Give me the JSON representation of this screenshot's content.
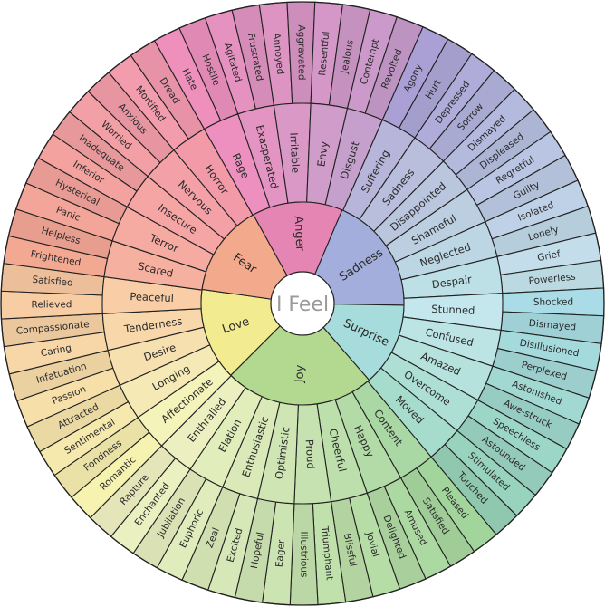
{
  "center_label": "I Feel",
  "emotions": [
    {
      "name": "Anger",
      "colors": {
        "core": "#e585b3",
        "mid_from": "#ee90bf",
        "mid_to": "#c6a0cc",
        "out_from": "#ef8fbc",
        "out_to": "#c79bcc"
      },
      "children": [
        {
          "name": "Rage",
          "children": [
            "Hate",
            "Hostile"
          ]
        },
        {
          "name": "Exasperated",
          "children": [
            "Agitated",
            "Frustrated"
          ]
        },
        {
          "name": "Irritable",
          "children": [
            "Annoyed",
            "Aggravated"
          ]
        },
        {
          "name": "Envy",
          "children": [
            "Resentful",
            "Jealous"
          ]
        },
        {
          "name": "Disgust",
          "children": [
            "Contempt",
            "Revolted"
          ]
        }
      ]
    },
    {
      "name": "Sadness",
      "colors": {
        "core": "#a3aedc",
        "mid_from": "#b7b5d9",
        "mid_to": "#bde0e6",
        "out_from": "#aaa0d6",
        "out_to": "#c5e4ec"
      },
      "children": [
        {
          "name": "Suffering",
          "children": [
            "Agony",
            "Hurt"
          ]
        },
        {
          "name": "Sadness",
          "children": [
            "Depressed",
            "Sorrow"
          ]
        },
        {
          "name": "Disappointed",
          "children": [
            "Dismayed",
            "Displeased"
          ]
        },
        {
          "name": "Shameful",
          "children": [
            "Regretful",
            "Guilty"
          ]
        },
        {
          "name": "Neglected",
          "children": [
            "Isolated",
            "Lonely"
          ]
        },
        {
          "name": "Despair",
          "children": [
            "Grief",
            "Powerless"
          ]
        }
      ]
    },
    {
      "name": "Surprise",
      "colors": {
        "core": "#a6dcdb",
        "mid_from": "#c3e7ed",
        "mid_to": "#a6dccb",
        "out_from": "#a9dce6",
        "out_to": "#96d3b8"
      },
      "children": [
        {
          "name": "Stunned",
          "children": [
            "Shocked",
            "Dismayed"
          ]
        },
        {
          "name": "Confused",
          "children": [
            "Disillusioned",
            "Perplexed"
          ]
        },
        {
          "name": "Amazed",
          "children": [
            "Astonished",
            "Awe-struck"
          ]
        },
        {
          "name": "Overcome",
          "children": [
            "Speechless",
            "Astounded"
          ]
        },
        {
          "name": "Moved",
          "children": [
            "Stimulated",
            "Touched"
          ]
        }
      ]
    },
    {
      "name": "Joy",
      "colors": {
        "core": "#b3d890",
        "mid_from": "#a9d8a4",
        "mid_to": "#ecf0c0",
        "out_from": "#a2d59c",
        "out_to": "#f0f2c4"
      },
      "children": [
        {
          "name": "Content",
          "children": [
            "Pleased",
            "Satisfied"
          ]
        },
        {
          "name": "Happy",
          "children": [
            "Amused",
            "Delighted"
          ]
        },
        {
          "name": "Cheerful",
          "children": [
            "Jovial",
            "Blissful"
          ]
        },
        {
          "name": "Proud",
          "children": [
            "Triumphant",
            "Illustrious"
          ]
        },
        {
          "name": "Optimistic",
          "children": [
            "Eager",
            "Hopeful"
          ]
        },
        {
          "name": "Enthusiastic",
          "children": [
            "Excited",
            "Zeal"
          ]
        },
        {
          "name": "Elation",
          "children": [
            "Euphoric",
            "Jubilation"
          ]
        },
        {
          "name": "Enthralled",
          "children": [
            "Enchanted",
            "Rapture"
          ]
        }
      ]
    },
    {
      "name": "Love",
      "colors": {
        "core": "#f2eb8f",
        "mid_from": "#f3f3ba",
        "mid_to": "#f9cda6",
        "out_from": "#f6f2b0",
        "out_to": "#f8c8a2"
      },
      "children": [
        {
          "name": "Affectionate",
          "children": [
            "Romantic",
            "Fondness"
          ]
        },
        {
          "name": "Longing",
          "children": [
            "Sentimental",
            "Attracted"
          ]
        },
        {
          "name": "Desire",
          "children": [
            "Passion",
            "Infatuation"
          ]
        },
        {
          "name": "Tenderness",
          "children": [
            "Caring",
            "Compassionate"
          ]
        },
        {
          "name": "Peaceful",
          "children": [
            "Relieved",
            "Satisfied"
          ]
        }
      ]
    },
    {
      "name": "Fear",
      "colors": {
        "core": "#f3a98c",
        "mid_from": "#f6b0a0",
        "mid_to": "#f29aa8",
        "out_from": "#f3a892",
        "out_to": "#f39ab0"
      },
      "children": [
        {
          "name": "Scared",
          "children": [
            "Frightened",
            "Helpless"
          ]
        },
        {
          "name": "Terror",
          "children": [
            "Panic",
            "Hysterical"
          ]
        },
        {
          "name": "Insecure",
          "children": [
            "Inferior",
            "Inadequate"
          ]
        },
        {
          "name": "Nervous",
          "children": [
            "Worried",
            "Anxious"
          ]
        },
        {
          "name": "Horror",
          "children": [
            "Mortified",
            "Dread"
          ]
        }
      ]
    }
  ]
}
